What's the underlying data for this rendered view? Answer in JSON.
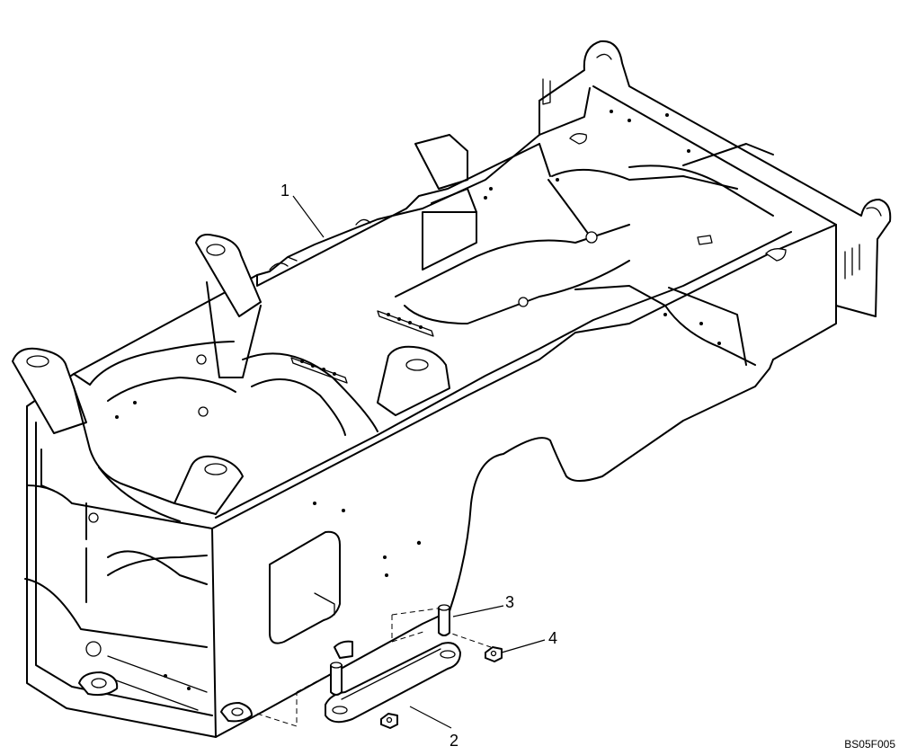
{
  "callouts": [
    {
      "id": "1",
      "label": "1"
    },
    {
      "id": "2",
      "label": "2"
    },
    {
      "id": "3",
      "label": "3"
    },
    {
      "id": "4",
      "label": "4"
    }
  ],
  "drawing_code": "BS05F005"
}
